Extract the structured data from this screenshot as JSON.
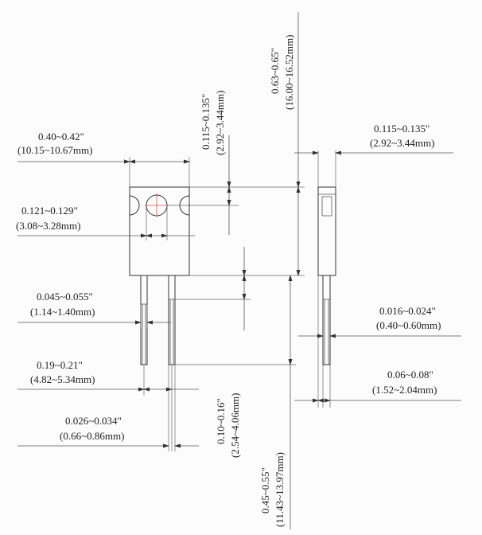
{
  "dimensions": {
    "width_in": "0.40~0.42\"",
    "width_mm": "(10.15~10.67mm)",
    "hole_in": "0.121~0.129\"",
    "hole_mm": "(3.08~3.28mm)",
    "lead_width_in": "0.045~0.055\"",
    "lead_width_mm": "(1.14~1.40mm)",
    "pitch_in": "0.19~0.21\"",
    "pitch_mm": "(4.82~5.34mm)",
    "lead_thick_in": "0.026~0.034\"",
    "lead_thick_mm": "(0.66~0.86mm)",
    "hole_pos_in": "0.115~0.135\"",
    "hole_pos_mm": "(2.92~3.44mm)",
    "total_height_in": "0.63~0.65\"",
    "total_height_mm": "(16.00~16.52mm)",
    "shoulder_in": "0.10~0.16\"",
    "shoulder_mm": "(2.54~4.06mm)",
    "lead_length_in": "0.45~0.55\"",
    "lead_length_mm": "(11.43~13.97mm)",
    "body_thick_in": "0.115~0.135\"",
    "body_thick_mm": "(2.92~3.44mm)",
    "side_lead_in": "0.016~0.024\"",
    "side_lead_mm": "(0.40~0.60mm)",
    "tab_in": "0.06~0.08\"",
    "tab_mm": "(1.52~2.04mm)"
  }
}
